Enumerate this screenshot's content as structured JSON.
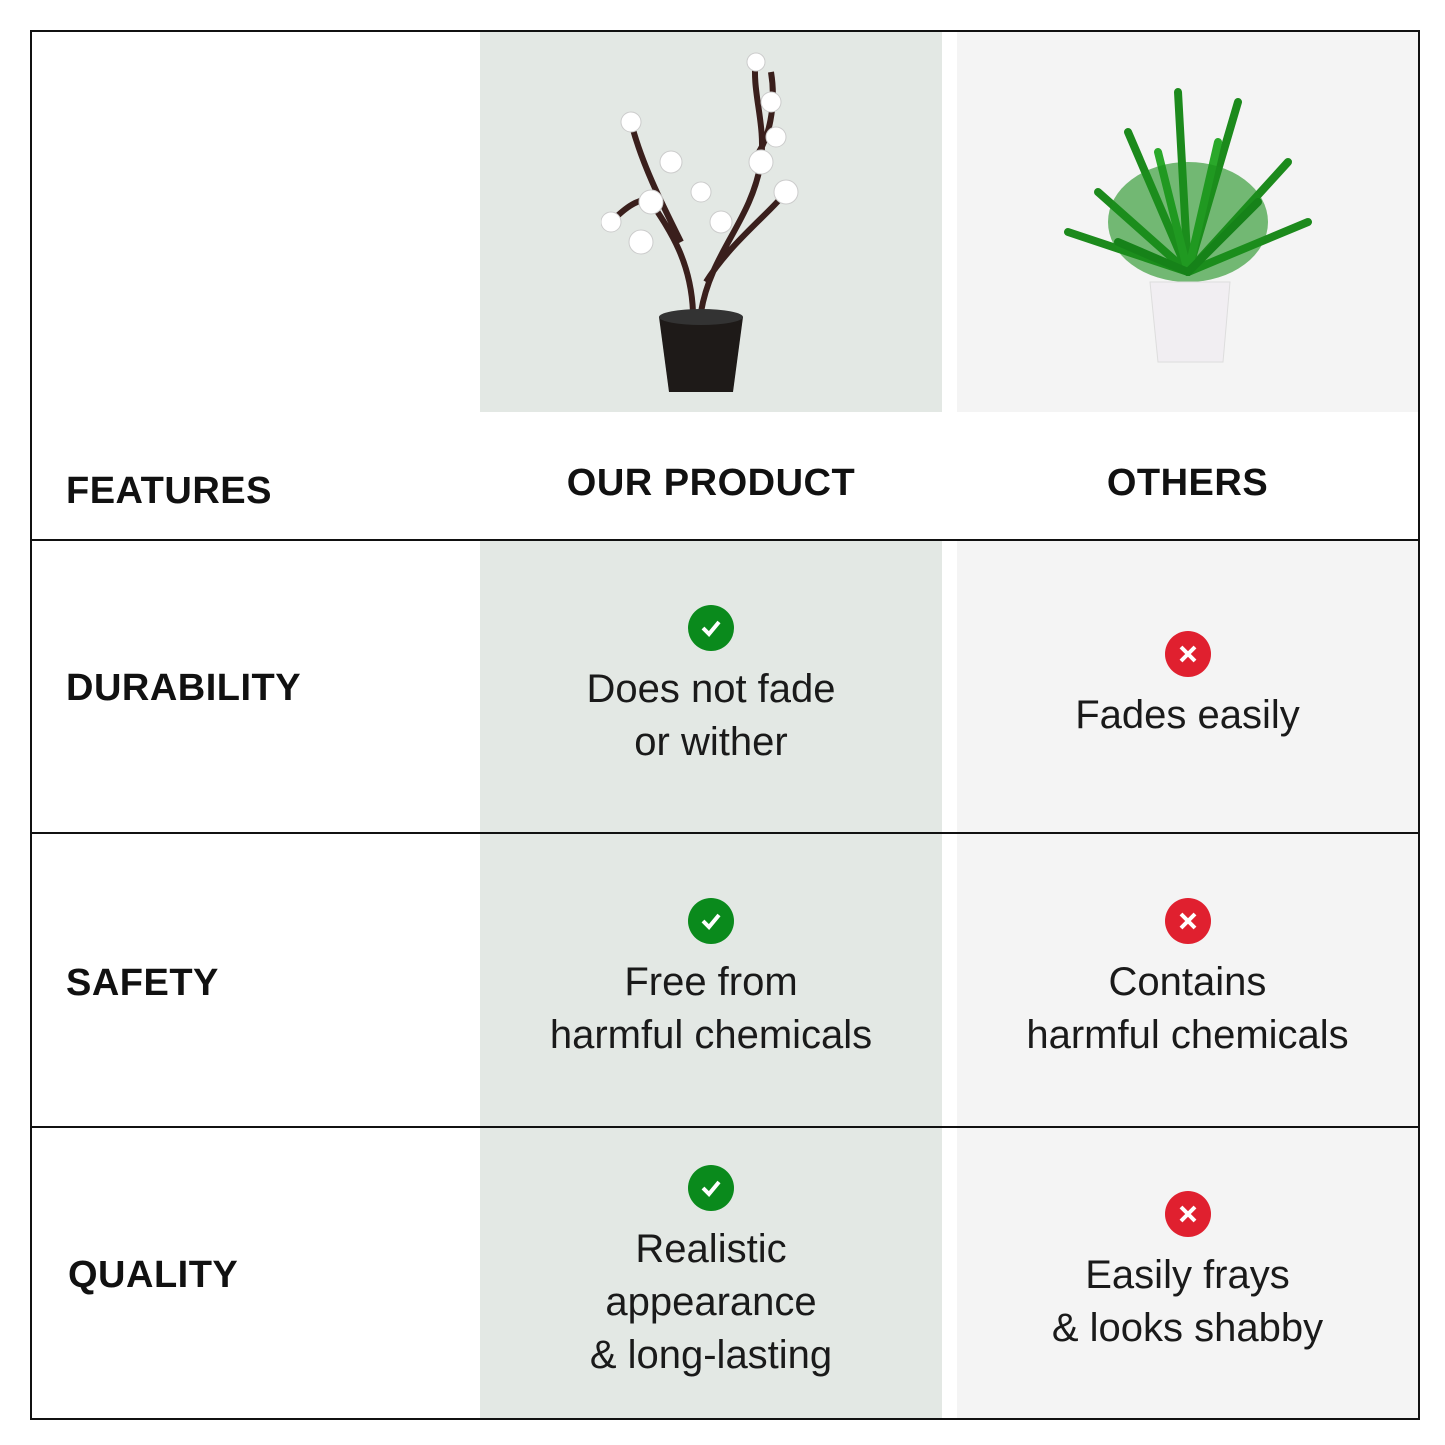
{
  "header": {
    "features": "FEATURES",
    "our_product": "OUR PRODUCT",
    "others": "OTHERS"
  },
  "rows": [
    {
      "feature": "DURABILITY",
      "ours": "Does not fade\nor wither",
      "others": "Fades easily"
    },
    {
      "feature": "SAFETY",
      "ours": "Free from\nharmful chemicals",
      "others": "Contains\nharmful chemicals"
    },
    {
      "feature": "QUALITY",
      "ours": "Realistic\nappearance\n& long-lasting",
      "others": "Easily frays\n& looks shabby"
    }
  ],
  "colors": {
    "check": "#0a8a1c",
    "cross": "#e0202f",
    "ours_bg": "#e3e8e4",
    "others_bg": "#f4f4f4"
  }
}
